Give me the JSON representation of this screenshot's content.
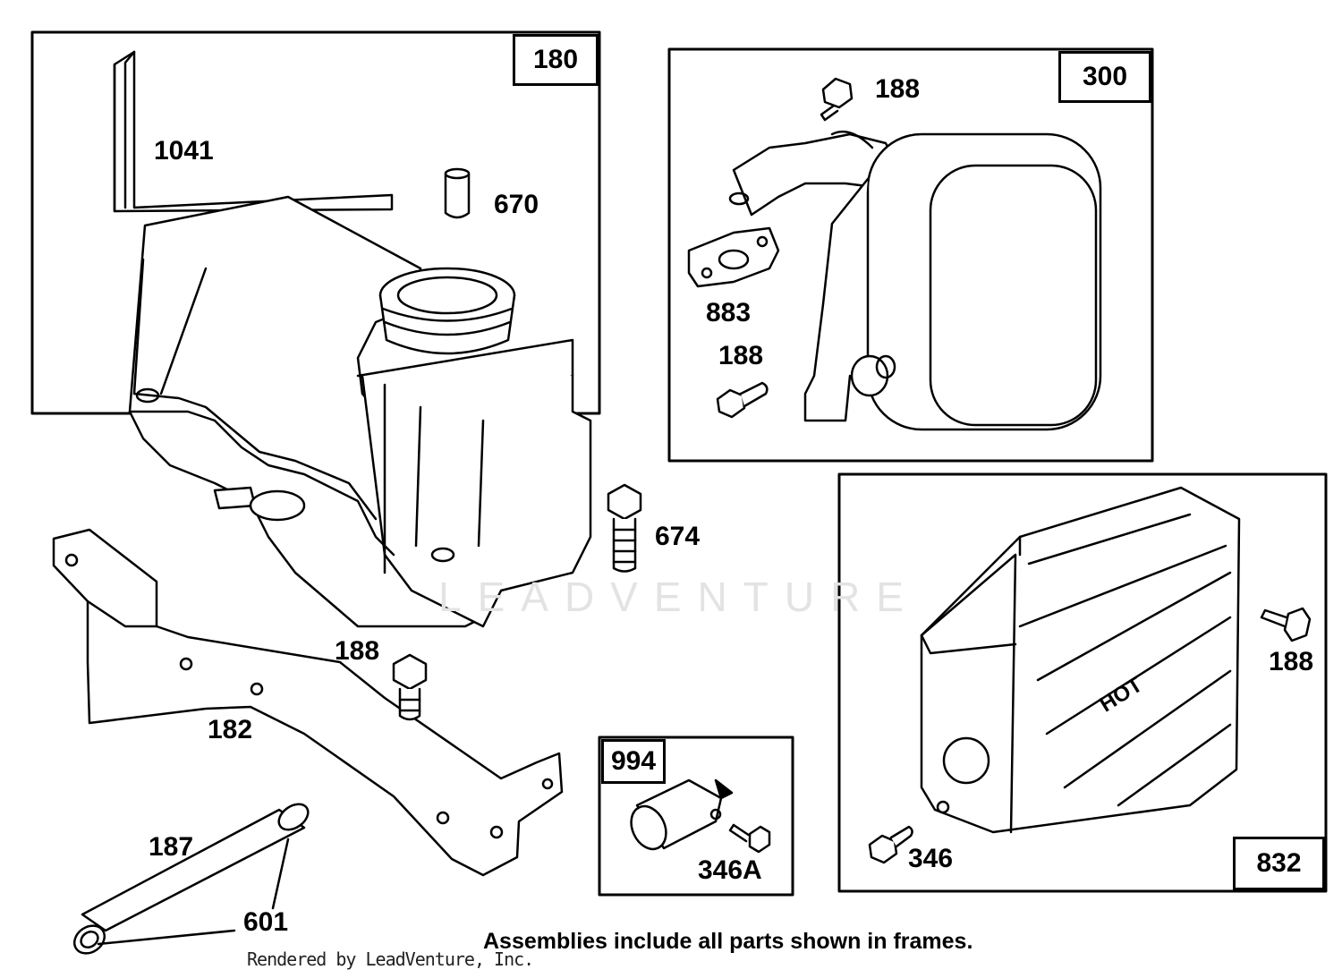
{
  "frames": {
    "frame_180": "180",
    "frame_300": "300",
    "frame_832": "832",
    "frame_994": "994"
  },
  "callouts": {
    "p1041": "1041",
    "p670": "670",
    "p674": "674",
    "p182": "182",
    "p188_bracket": "188",
    "p187": "187",
    "p601": "601",
    "p188_top": "188",
    "p883": "883",
    "p188_mid": "188",
    "p188_guard": "188",
    "p346": "346",
    "p346A": "346A"
  },
  "guard_text": "HOT",
  "note": "Assemblies include all parts shown in frames.",
  "credit": "Rendered by LeadVenture, Inc.",
  "watermark": "LEADVENTURE"
}
